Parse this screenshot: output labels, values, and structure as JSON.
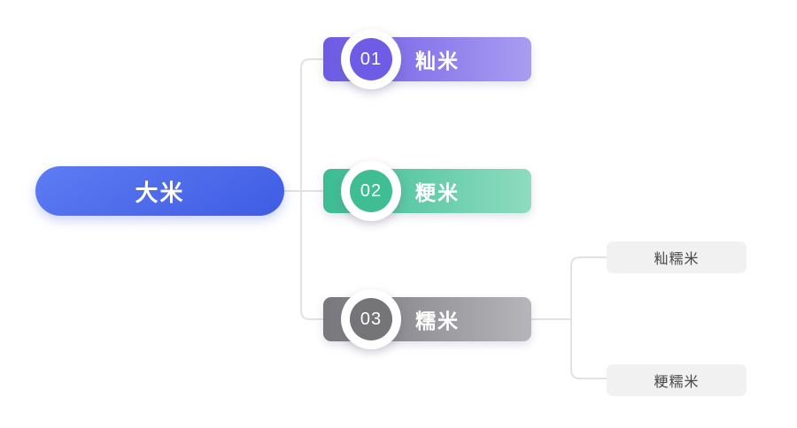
{
  "root": {
    "label": "大米",
    "gradient": [
      "150deg",
      "#5e7cf2",
      "#3e5ce3"
    ]
  },
  "branches": [
    {
      "number": "01",
      "label": "籼米",
      "bar_gradient": [
        "90deg",
        "#6d5ae5",
        "#a99cf1"
      ],
      "badge_color": "#6f5ce6"
    },
    {
      "number": "02",
      "label": "粳米",
      "bar_gradient": [
        "90deg",
        "#3cbc92",
        "#8edcc0"
      ],
      "badge_color": "#3fbe93"
    },
    {
      "number": "03",
      "label": "糯米",
      "bar_gradient": [
        "90deg",
        "#78787c",
        "#b5b5ba"
      ],
      "badge_color": "#757578"
    }
  ],
  "leaves": [
    {
      "label": "籼糯米"
    },
    {
      "label": "粳糯米"
    }
  ],
  "colors": {
    "connector": "#e2e2e4",
    "leaf_bg": "#f1f1f2",
    "leaf_text": "#474747"
  }
}
